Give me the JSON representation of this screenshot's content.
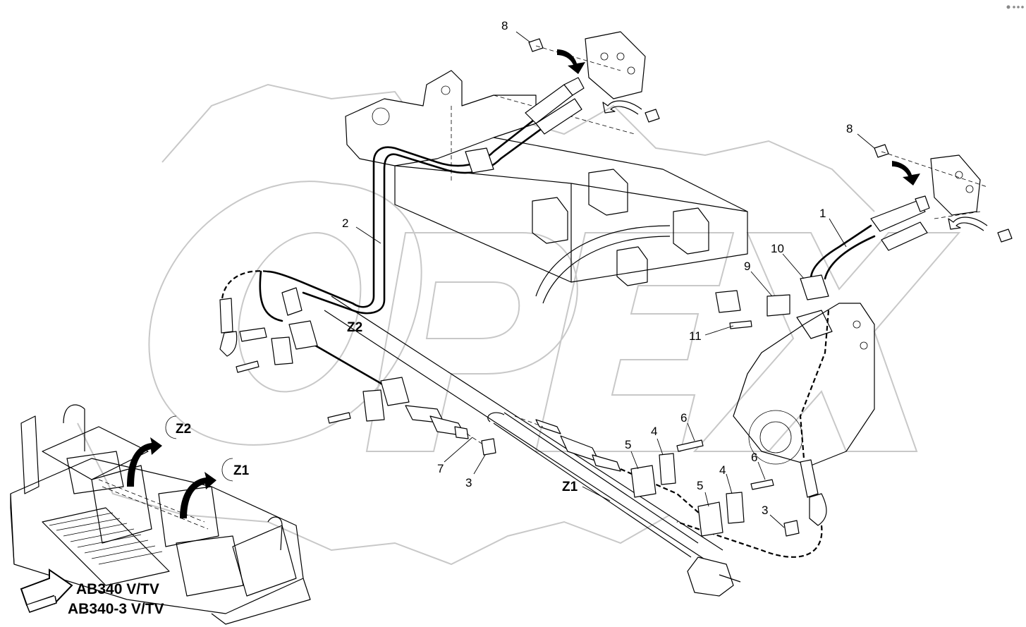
{
  "watermark": {
    "text": "OPEX",
    "color": "#c8c8c8"
  },
  "callouts": {
    "c1": "1",
    "c2": "2",
    "c3a": "3",
    "c3b": "3",
    "c4a": "4",
    "c4b": "4",
    "c5a": "5",
    "c5b": "5",
    "c6a": "6",
    "c6b": "6",
    "c7": "7",
    "c8a": "8",
    "c8b": "8",
    "c9": "9",
    "c10": "10",
    "c11": "11"
  },
  "views": {
    "z1_main": "Z1",
    "z2_main": "Z2",
    "z1_detail": "Z1",
    "z2_detail": "Z2"
  },
  "model": {
    "line1": "AB340 V/TV",
    "line2": "AB340-3 V/TV"
  },
  "icons": {
    "direction_arrow": "direction-arrow-icon",
    "menu": "dots-menu-icon"
  },
  "colors": {
    "line": "#000000",
    "watermark": "#c8c8c8",
    "background": "#ffffff"
  }
}
